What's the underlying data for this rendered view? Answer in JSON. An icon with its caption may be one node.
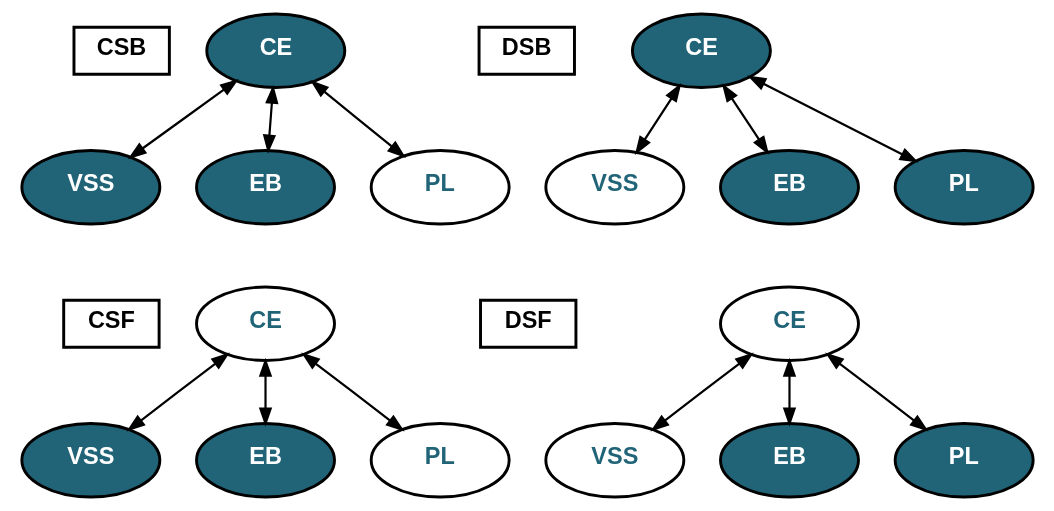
{
  "diagram": {
    "nodes": [
      {
        "text": [
          "CSB"
        ]
      },
      {
        "text": [
          "CE"
        ]
      },
      {
        "text": [
          "VSS"
        ]
      },
      {
        "text": [
          "EB"
        ]
      },
      {
        "text": [
          "PL"
        ]
      },
      {
        "text": [
          "DSB"
        ]
      },
      {
        "text": [
          "CE"
        ]
      },
      {
        "text": [
          "VSS"
        ]
      },
      {
        "text": [
          "EB"
        ]
      },
      {
        "text": [
          "PL"
        ]
      },
      {
        "text": [
          "CSF"
        ]
      },
      {
        "text": [
          "CE"
        ]
      },
      {
        "text": [
          "VSS"
        ]
      },
      {
        "text": [
          "EB"
        ]
      },
      {
        "text": [
          "PL"
        ]
      },
      {
        "text": [
          "DSF"
        ]
      },
      {
        "text": [
          "CE"
        ]
      },
      {
        "text": [
          "VSS"
        ]
      },
      {
        "text": [
          "EB"
        ]
      },
      {
        "text": [
          "PL"
        ]
      }
    ],
    "edges": [
      {
        "from": 1,
        "to": 2,
        "arrow": "both"
      },
      {
        "from": 1,
        "to": 3,
        "arrow": "both"
      },
      {
        "from": 1,
        "to": 4,
        "arrow": "both"
      },
      {
        "from": 6,
        "to": 7,
        "arrow": "both"
      },
      {
        "from": 6,
        "to": 8,
        "arrow": "both"
      },
      {
        "from": 6,
        "to": 9,
        "arrow": "both"
      },
      {
        "from": 11,
        "to": 12,
        "arrow": "both"
      },
      {
        "from": 11,
        "to": 13,
        "arrow": "both"
      },
      {
        "from": 11,
        "to": 14,
        "arrow": "both"
      },
      {
        "from": 16,
        "to": 17,
        "arrow": "both"
      },
      {
        "from": 16,
        "to": 18,
        "arrow": "both"
      },
      {
        "from": 16,
        "to": 19,
        "arrow": "both"
      }
    ]
  }
}
